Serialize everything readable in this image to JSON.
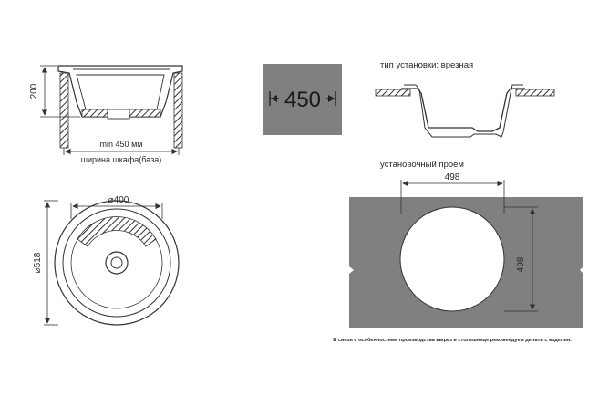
{
  "side_view": {
    "depth_label": "200",
    "min_width_label": "min 450 мм",
    "cabinet_label": "ширина шкафа(база)"
  },
  "cabinet_badge": {
    "value": "450",
    "fill": "#808080"
  },
  "top_view": {
    "diameter_label": "⌀400",
    "outer_label": "⌀518"
  },
  "install": {
    "type_label": "тип установки: врезная",
    "opening_label": "установочный проем",
    "cutout_width": "498",
    "cutout_height": "498",
    "panel_fill": "#808080",
    "note": "В связи с особенностями производства вырез в столешнице рекомендуем делать с изделия."
  }
}
